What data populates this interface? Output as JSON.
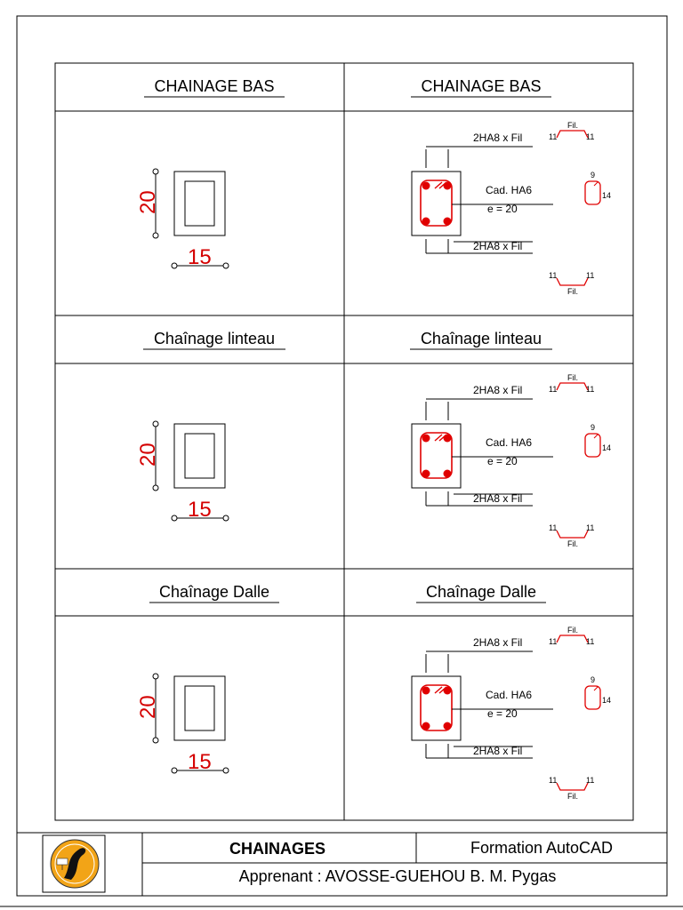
{
  "panels": [
    {
      "left_title": "CHAINAGE BAS",
      "right_title": "CHAINAGE BAS",
      "section": {
        "height_label": "20",
        "width_label": "15"
      },
      "rebar": {
        "top_label": "2HA8 x Fil",
        "stirrup_label": "Cad. HA6",
        "spacing_label": "e = 20",
        "bottom_label": "2HA8 x Fil",
        "bar_top": {
          "fil": "Fil.",
          "left": "11",
          "right": "11"
        },
        "bar_bottom": {
          "fil": "Fil.",
          "left": "11",
          "right": "11"
        },
        "stirrup_shape": {
          "top": "9",
          "side": "14"
        }
      }
    },
    {
      "left_title": "Chaînage linteau",
      "right_title": "Chaînage linteau",
      "section": {
        "height_label": "20",
        "width_label": "15"
      },
      "rebar": {
        "top_label": "2HA8 x Fil",
        "stirrup_label": "Cad. HA6",
        "spacing_label": "e = 20",
        "bottom_label": "2HA8 x Fil",
        "bar_top": {
          "fil": "Fil.",
          "left": "11",
          "right": "11"
        },
        "bar_bottom": {
          "fil": "Fil.",
          "left": "11",
          "right": "11"
        },
        "stirrup_shape": {
          "top": "9",
          "side": "14"
        }
      }
    },
    {
      "left_title": "Chaînage Dalle",
      "right_title": "Chaînage Dalle",
      "section": {
        "height_label": "20",
        "width_label": "15"
      },
      "rebar": {
        "top_label": "2HA8 x Fil",
        "stirrup_label": "Cad. HA6",
        "spacing_label": "e = 20",
        "bottom_label": "2HA8 x Fil",
        "bar_top": {
          "fil": "Fil.",
          "left": "11",
          "right": "11"
        },
        "bar_bottom": {
          "fil": "Fil.",
          "left": "11",
          "right": "11"
        },
        "stirrup_shape": {
          "top": "9",
          "side": "14"
        }
      }
    }
  ],
  "title_block": {
    "drawing_title": "CHAINAGES",
    "course": "Formation AutoCAD",
    "student": "Apprenant : AVOSSE-GUEHOU B. M. Pygas"
  },
  "colors": {
    "rebar": "#e00000",
    "dimension": "#d40000",
    "line": "#000000",
    "logo_bg": "#f2a417"
  }
}
